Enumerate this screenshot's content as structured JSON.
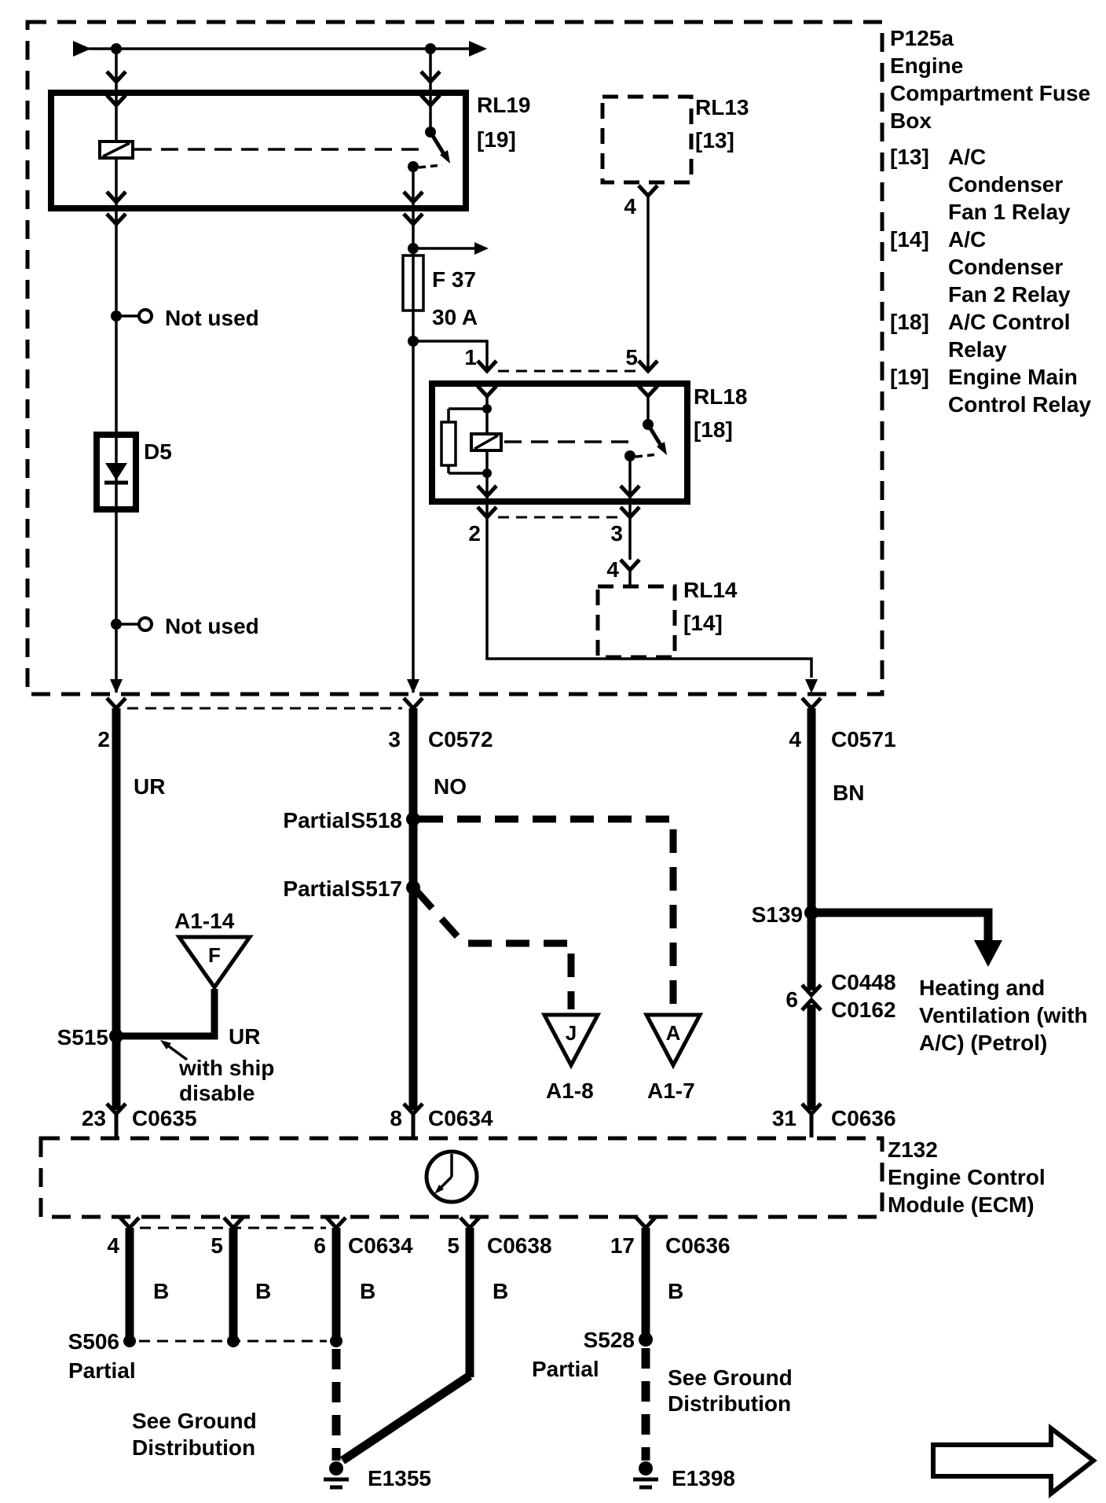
{
  "fuse_box": {
    "code": "P125a",
    "name_lines": [
      "Engine",
      "Compartment Fuse",
      "Box"
    ],
    "legend": [
      {
        "ref": "[13]",
        "lines": [
          "A/C",
          "Condenser",
          "Fan 1 Relay"
        ]
      },
      {
        "ref": "[14]",
        "lines": [
          "A/C",
          "Condenser",
          "Fan 2 Relay"
        ]
      },
      {
        "ref": "[18]",
        "lines": [
          "A/C Control",
          "Relay"
        ]
      },
      {
        "ref": "[19]",
        "lines": [
          "Engine Main",
          "Control Relay"
        ]
      }
    ]
  },
  "relays": {
    "rl19": {
      "id": "RL19",
      "ref": "[19]"
    },
    "rl13": {
      "id": "RL13",
      "ref": "[13]",
      "pin4": "4"
    },
    "rl18": {
      "id": "RL18",
      "ref": "[18]",
      "pin1": "1",
      "pin5": "5",
      "pin2": "2",
      "pin3": "3"
    },
    "rl14": {
      "id": "RL14",
      "ref": "[14]",
      "pin4": "4"
    }
  },
  "fuse_f37": {
    "id": "F 37",
    "rating": "30 A"
  },
  "diode_d5": {
    "id": "D5"
  },
  "labels": {
    "not_used": "Not used"
  },
  "pins_fusebox_out": {
    "pin2": "2",
    "pin3": "3",
    "c0572": "C0572",
    "pin4": "4",
    "c0571": "C0571"
  },
  "wire_colors": {
    "ur": "UR",
    "no": "NO",
    "bn": "BN",
    "ur_branch": "UR",
    "b": "B"
  },
  "splices": {
    "s518": {
      "partial": "Partial",
      "id": "S518"
    },
    "s517": {
      "partial": "Partial",
      "id": "S517"
    },
    "s515": {
      "id": "S515"
    },
    "s139": {
      "id": "S139"
    },
    "s506": {
      "id": "S506",
      "partial": "Partial"
    },
    "s528": {
      "id": "S528",
      "partial": "Partial"
    }
  },
  "triangles": {
    "f": {
      "letter": "F",
      "ref": "A1-14"
    },
    "j": {
      "letter": "J",
      "ref": "A1-8"
    },
    "a": {
      "letter": "A",
      "ref": "A1-7"
    }
  },
  "notes": {
    "ship_line1": "with ship",
    "ship_line2": "disable",
    "heating": [
      "Heating and",
      "Ventilation (with",
      "A/C) (Petrol)"
    ],
    "see_ground_1": "See Ground",
    "see_ground_2": "Distribution"
  },
  "mid_connector": {
    "pin": "6",
    "c0448": "C0448",
    "c0162": "C0162"
  },
  "ecm": {
    "id": "Z132",
    "name_lines": [
      "Engine Control",
      "Module (ECM)"
    ]
  },
  "ecm_pins_top": {
    "p23": "23",
    "c0635": "C0635",
    "p8": "8",
    "c0634": "C0634",
    "p31": "31",
    "c0636": "C0636"
  },
  "ecm_pins_bottom": {
    "p4": "4",
    "p5": "5",
    "p6": "6",
    "c0634": "C0634",
    "p5b": "5",
    "c0638": "C0638",
    "p17": "17",
    "c0636": "C0636"
  },
  "grounds": {
    "e1355": "E1355",
    "e1398": "E1398"
  }
}
